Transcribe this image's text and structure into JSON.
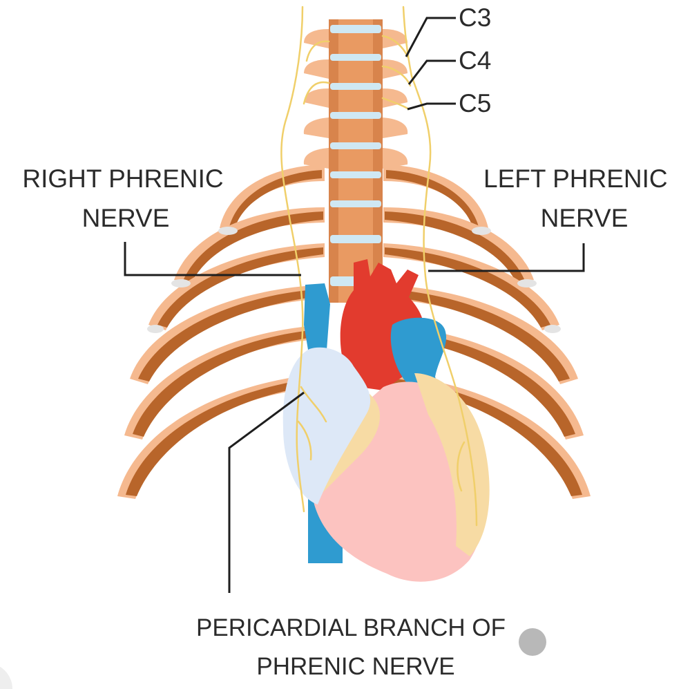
{
  "labels": {
    "c3": "C3",
    "c4": "C4",
    "c5": "C5",
    "right_phrenic_line1": "RIGHT PHRENIC",
    "right_phrenic_line2": "NERVE",
    "left_phrenic_line1": "LEFT PHRENIC",
    "left_phrenic_line2": "NERVE",
    "pericardial_line1": "PERICARDIAL BRANCH OF",
    "pericardial_line2": "PHRENIC NERVE"
  },
  "colors": {
    "vertebra": "#e99a62",
    "vertebra_side": "#f5b98f",
    "disc": "#cfe8f3",
    "rib_outer": "#f5b98f",
    "rib_inner": "#b8652a",
    "nerve": "#f0cf6a",
    "aorta": "#e23b2e",
    "vein": "#2f9bd0",
    "right_atrium": "#dde8f7",
    "ventricle": "#fcc3c0",
    "fat": "#f7dba4"
  }
}
